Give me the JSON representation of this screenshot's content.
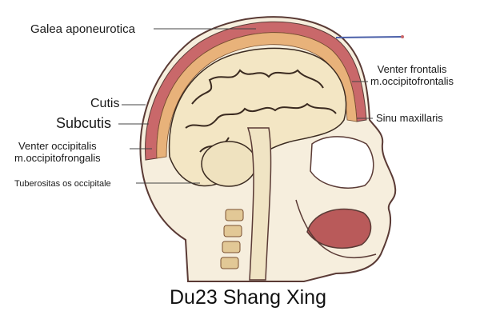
{
  "labels": {
    "galea_aponeurotica": "Galea aponeurotica",
    "cutis": "Cutis",
    "subcutis": "Subcutis",
    "venter_occipitalis": [
      "Venter occipitalis",
      "m.occipitofrongalis"
    ],
    "tuberositas": "Tuberositas os occipitale",
    "venter_frontalis": [
      "Venter frontalis",
      "m.occipitofrontalis"
    ],
    "sinu_maxillaris": "Sinu maxillaris"
  },
  "title": "Du23 Shang Xing",
  "colors": {
    "outline": "#5a3a35",
    "scalp": "#c9686a",
    "subcutis": "#e8b27a",
    "brain": "#f3e6c4",
    "sulci": "#3a2a20",
    "needle": "#4a5fa8",
    "tongue": "#b95a5a",
    "bone": "#e2c896",
    "background": "#ffffff"
  }
}
